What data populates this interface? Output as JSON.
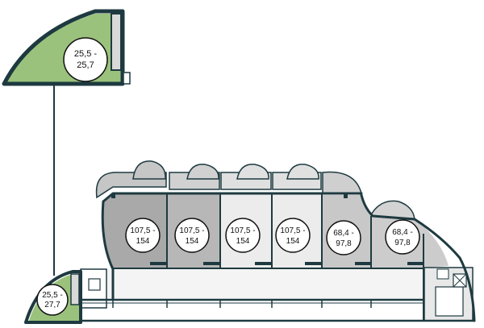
{
  "colors": {
    "wall": "#1e3a40",
    "green_unit": "#9bc27c",
    "unit_dark": "#a9a9a9",
    "unit_mid": "#c3c3c3",
    "unit_light": "#ececec",
    "terrace": "#c6c6c6"
  },
  "units": [
    {
      "id": "top-unit",
      "area_line1": "25,5 -",
      "area_line2": "25,7"
    },
    {
      "id": "bottom-left-unit",
      "area_line1": "25,5 -",
      "area_line2": "27,7"
    },
    {
      "id": "unit-1",
      "area_line1": "107,5 -",
      "area_line2": "154"
    },
    {
      "id": "unit-2",
      "area_line1": "107,5 -",
      "area_line2": "154"
    },
    {
      "id": "unit-3",
      "area_line1": "107,5 -",
      "area_line2": "154"
    },
    {
      "id": "unit-4",
      "area_line1": "107,5 -",
      "area_line2": "154"
    },
    {
      "id": "unit-5",
      "area_line1": "68,4 -",
      "area_line2": "97,8"
    },
    {
      "id": "unit-6",
      "area_line1": "68,4 -",
      "area_line2": "97,8"
    }
  ]
}
